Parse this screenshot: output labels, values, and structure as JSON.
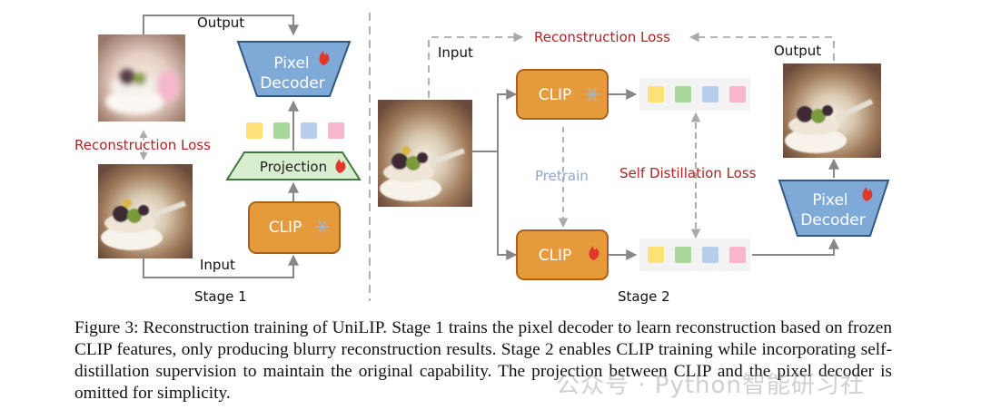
{
  "stage1": {
    "output_label": "Output",
    "input_label": "Input",
    "reconstruction_loss": "Reconstruction Loss",
    "decoder_line1": "Pixel",
    "decoder_line2": "Decoder",
    "projection": "Projection",
    "clip": "CLIP",
    "stage_label": "Stage 1"
  },
  "stage2": {
    "input_label": "Input",
    "output_label": "Output",
    "reconstruction_loss": "Reconstruction Loss",
    "clip_top": "CLIP",
    "clip_bottom": "CLIP",
    "pretrain": "Pretrain",
    "self_distillation_loss": "Self Distillation Loss",
    "decoder_line1": "Pixel",
    "decoder_line2": "Decoder",
    "stage_label": "Stage 2"
  },
  "icons": {
    "frozen": "snowflake-icon",
    "trainable": "flame-icon"
  },
  "colors": {
    "clip_fill": "#E59A3C",
    "decoder_fill": "#7FA9D6",
    "projection_fill": "#D9EDCF",
    "loss_text": "#B22222",
    "pretrain_text": "#8AA8D0",
    "token_yellow": "#FFE17A",
    "token_green": "#A8D79A",
    "token_blue": "#B8CDEB",
    "token_pink": "#F7B6CB"
  },
  "caption": "Figure 3: Reconstruction training of UniLIP. Stage 1 trains the pixel decoder to learn reconstruction based on frozen CLIP features, only producing blurry reconstruction results. Stage 2 enables CLIP training while incorporating self-distillation supervision to maintain the original capability. The projection between CLIP and the pixel decoder is omitted for simplicity.",
  "watermark": "公众号 · Python智能研习社"
}
